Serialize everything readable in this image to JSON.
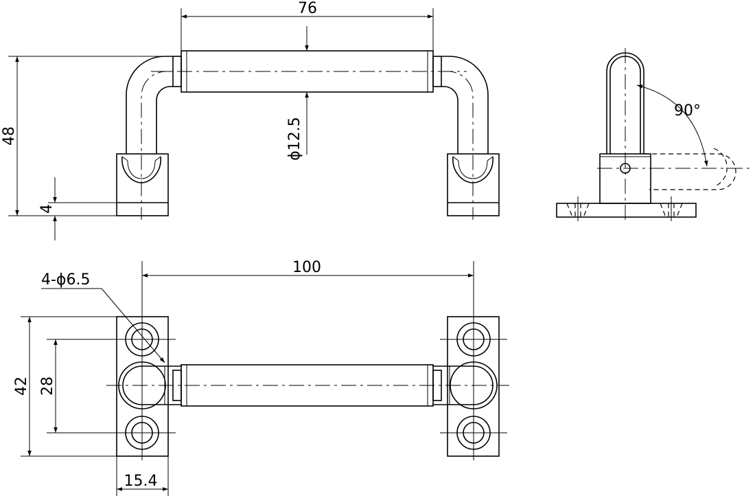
{
  "drawing": {
    "dimensions": {
      "top_width": "76",
      "height": "48",
      "diameter": "ϕ12.5",
      "base_thickness": "4",
      "angle": "90°",
      "hole_note": "4-ϕ6.5",
      "hole_span": "100",
      "plate_height": "42",
      "hole_pitch": "28",
      "plate_width": "15.4"
    }
  }
}
